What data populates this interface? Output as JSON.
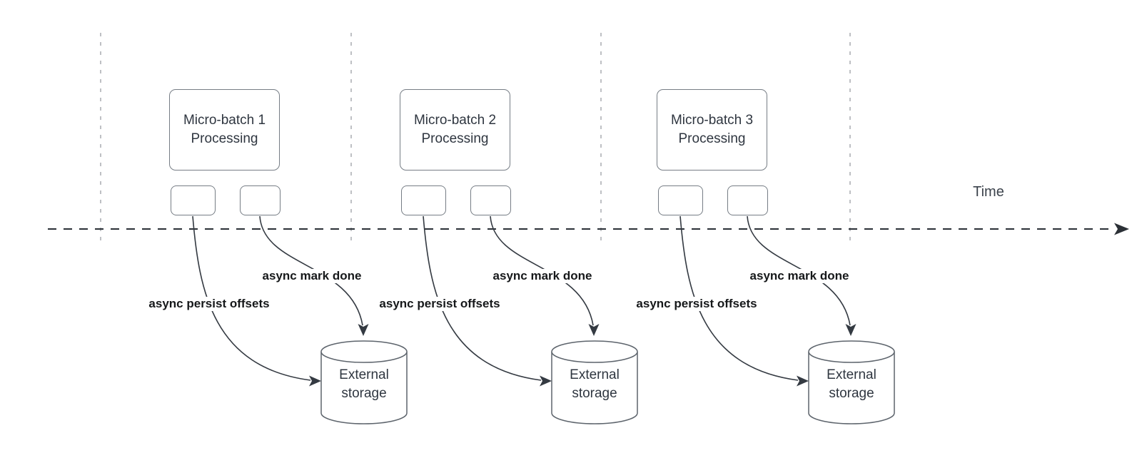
{
  "diagram": {
    "timeline": {
      "label": "Time"
    },
    "sections": [
      {
        "box_line1": "Micro-batch 1",
        "box_line2": "Processing",
        "persist_label": "async persist offsets",
        "mark_done_label": "async mark done",
        "storage_line1": "External",
        "storage_line2": "storage"
      },
      {
        "box_line1": "Micro-batch 2",
        "box_line2": "Processing",
        "persist_label": "async persist offsets",
        "mark_done_label": "async mark done",
        "storage_line1": "External",
        "storage_line2": "storage"
      },
      {
        "box_line1": "Micro-batch 3",
        "box_line2": "Processing",
        "persist_label": "async persist offsets",
        "mark_done_label": "async mark done",
        "storage_line1": "External",
        "storage_line2": "storage"
      }
    ],
    "colors": {
      "node_stroke": "#767d85",
      "cylinder_stroke": "#5d646c",
      "edge_stroke": "#343a42",
      "axis_stroke": "#2b3036",
      "gridline_stroke": "#a8acb1",
      "node_text": "#2f3640",
      "edge_label_text": "#16181a",
      "background": "#ffffff"
    }
  }
}
